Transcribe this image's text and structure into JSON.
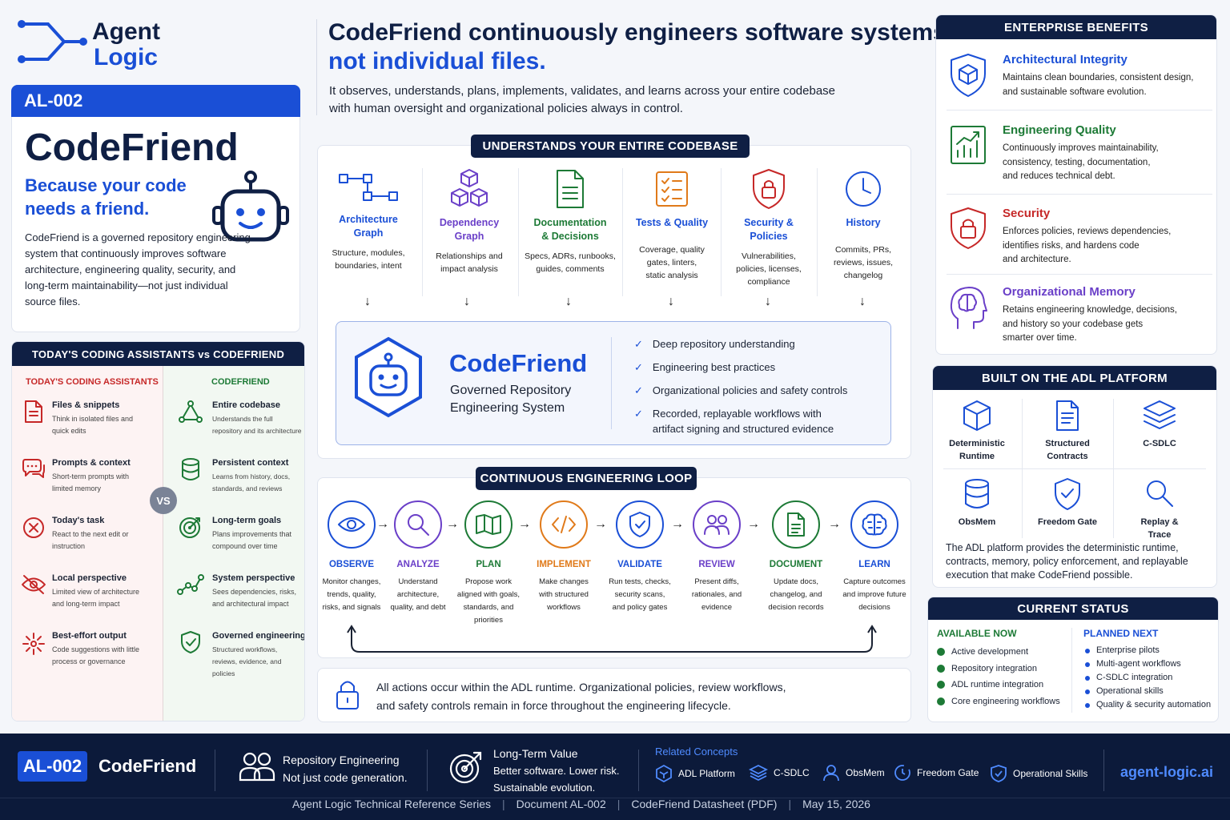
{
  "brand": {
    "line1": "Agent",
    "line2": "Logic"
  },
  "doc": {
    "id": "AL-002",
    "product": "CodeFriend",
    "tagline": "Because your code needs a friend.",
    "description": "CodeFriend is a governed repository engineering system that continuously improves software architecture, engineering quality, security, and long-term maintainability—not just individual source files."
  },
  "headline": {
    "line1": "CodeFriend continuously engineers software systems—",
    "line2": "not individual files.",
    "sub1": "It observes, understands, plans, implements, validates, and learns across your entire codebase",
    "sub2": "with human oversight and organizational policies always in control."
  },
  "compare": {
    "title": "TODAY'S CODING ASSISTANTS vs CODEFRIEND",
    "left_head": "TODAY'S CODING ASSISTANTS",
    "right_head": "CODEFRIEND",
    "vs": "VS",
    "left": [
      {
        "icon": "document-icon",
        "title": "Files & snippets",
        "desc": "Think in isolated files and quick edits"
      },
      {
        "icon": "chat-icon",
        "title": "Prompts & context",
        "desc": "Short-term prompts with limited memory"
      },
      {
        "icon": "x-circle-icon",
        "title": "Today's task",
        "desc": "React to the next edit or instruction"
      },
      {
        "icon": "eye-slash-icon",
        "title": "Local perspective",
        "desc": "Limited view of architecture and long-term impact"
      },
      {
        "icon": "burst-icon",
        "title": "Best-effort output",
        "desc": "Code suggestions with little process or governance"
      }
    ],
    "right": [
      {
        "icon": "network-icon",
        "title": "Entire codebase",
        "desc": "Understands the full repository and its architecture"
      },
      {
        "icon": "database-icon",
        "title": "Persistent context",
        "desc": "Learns from history, docs, standards, and reviews"
      },
      {
        "icon": "target-icon",
        "title": "Long-term goals",
        "desc": "Plans improvements that compound over time"
      },
      {
        "icon": "graph-icon",
        "title": "System perspective",
        "desc": "Sees dependencies, risks, and architectural impact"
      },
      {
        "icon": "shield-check-icon",
        "title": "Governed engineering",
        "desc": "Structured workflows, reviews, evidence, and policies"
      }
    ]
  },
  "understands": {
    "title": "UNDERSTANDS YOUR ENTIRE CODEBASE",
    "columns": [
      {
        "icon": "architecture-icon",
        "title1": "Architecture",
        "title2": "Graph",
        "d1": "Structure, modules,",
        "d2": "boundaries, intent",
        "d3": "",
        "color": "#1a4fd6"
      },
      {
        "icon": "cubes-icon",
        "title1": "Dependency",
        "title2": "Graph",
        "d1": "Relationships and",
        "d2": "impact analysis",
        "d3": "",
        "color": "#6a3fc8"
      },
      {
        "icon": "file-icon",
        "title1": "Documentation",
        "title2": "& Decisions",
        "d1": "Specs, ADRs, runbooks,",
        "d2": "guides, comments",
        "d3": "",
        "color": "#1d7a36"
      },
      {
        "icon": "checklist-icon",
        "title1": "Tests & Quality",
        "title2": "",
        "d1": "Coverage, quality",
        "d2": "gates, linters,",
        "d3": "static analysis",
        "color": "#e07a1a"
      },
      {
        "icon": "lock-shield-icon",
        "title1": "Security &",
        "title2": "Policies",
        "d1": "Vulnerabilities,",
        "d2": "policies, licenses,",
        "d3": "compliance",
        "color": "#c62828"
      },
      {
        "icon": "clock-icon",
        "title1": "History",
        "title2": "",
        "d1": "Commits, PRs,",
        "d2": "reviews, issues,",
        "d3": "changelog",
        "color": "#1a4fd6"
      }
    ],
    "core_title": "CodeFriend",
    "core_sub1": "Governed Repository",
    "core_sub2": "Engineering System",
    "checks": [
      "Deep repository understanding",
      "Engineering best practices",
      "Organizational policies and safety controls",
      "Recorded, replayable workflows with artifact signing and structured evidence"
    ]
  },
  "loop": {
    "title": "CONTINUOUS ENGINEERING LOOP",
    "steps": [
      {
        "icon": "eye-icon",
        "title": "OBSERVE",
        "d1": "Monitor changes,",
        "d2": "trends, quality,",
        "d3": "risks, and signals",
        "d4": "",
        "color": "#1a4fd6"
      },
      {
        "icon": "magnifier-icon",
        "title": "ANALYZE",
        "d1": "Understand",
        "d2": "architecture,",
        "d3": "quality, and debt",
        "d4": "",
        "color": "#6a3fc8"
      },
      {
        "icon": "map-icon",
        "title": "PLAN",
        "d1": "Propose work",
        "d2": "aligned with goals,",
        "d3": "standards, and",
        "d4": "priorities",
        "color": "#1d7a36"
      },
      {
        "icon": "code-icon",
        "title": "IMPLEMENT",
        "d1": "Make changes",
        "d2": "with structured",
        "d3": "workflows",
        "d4": "",
        "color": "#e07a1a"
      },
      {
        "icon": "shield-icon",
        "title": "VALIDATE",
        "d1": "Run tests, checks,",
        "d2": "security scans,",
        "d3": "and policy gates",
        "d4": "",
        "color": "#1a4fd6"
      },
      {
        "icon": "people-icon",
        "title": "REVIEW",
        "d1": "Present diffs,",
        "d2": "rationales, and",
        "d3": "evidence",
        "d4": "",
        "color": "#6a3fc8"
      },
      {
        "icon": "document-icon",
        "title": "DOCUMENT",
        "d1": "Update docs,",
        "d2": "changelog, and",
        "d3": "decision records",
        "d4": "",
        "color": "#1d7a36"
      },
      {
        "icon": "brain-icon",
        "title": "LEARN",
        "d1": "Capture outcomes",
        "d2": "and improve future",
        "d3": "decisions",
        "d4": "",
        "color": "#1a4fd6"
      }
    ],
    "note1": "All actions occur within the ADL runtime. Organizational policies, review workflows,",
    "note2": "and safety controls remain in force throughout the engineering lifecycle."
  },
  "benefits": {
    "title": "ENTERPRISE BENEFITS",
    "items": [
      {
        "icon": "cube-shield-icon",
        "title": "Architectural Integrity",
        "d1": "Maintains clean boundaries, consistent design,",
        "d2": "and sustainable software evolution.",
        "d3": "",
        "color": "#1a4fd6"
      },
      {
        "icon": "chart-up-icon",
        "title": "Engineering Quality",
        "d1": "Continuously improves maintainability,",
        "d2": "consistency, testing, documentation,",
        "d3": "and reduces technical debt.",
        "color": "#1d7a36"
      },
      {
        "icon": "lock-shield-icon",
        "title": "Security",
        "d1": "Enforces policies, reviews dependencies,",
        "d2": "identifies risks, and hardens code",
        "d3": "and architecture.",
        "color": "#c62828"
      },
      {
        "icon": "head-brain-icon",
        "title": "Organizational Memory",
        "d1": "Retains engineering knowledge, decisions,",
        "d2": "and history so your codebase gets",
        "d3": "smarter over time.",
        "color": "#6a3fc8"
      }
    ]
  },
  "adl": {
    "title": "BUILT ON THE ADL PLATFORM",
    "cells": [
      {
        "icon": "cube-icon",
        "l1": "Deterministic",
        "l2": "Runtime"
      },
      {
        "icon": "contract-icon",
        "l1": "Structured",
        "l2": "Contracts"
      },
      {
        "icon": "layers-icon",
        "l1": "C-SDLC",
        "l2": ""
      },
      {
        "icon": "database-icon",
        "l1": "ObsMem",
        "l2": ""
      },
      {
        "icon": "shield-check-icon",
        "l1": "Freedom Gate",
        "l2": ""
      },
      {
        "icon": "search-icon",
        "l1": "Replay &",
        "l2": "Trace"
      }
    ],
    "desc": "The ADL platform provides the deterministic runtime, contracts, memory, policy enforcement, and replayable execution that make CodeFriend possible."
  },
  "status": {
    "title": "CURRENT STATUS",
    "available_head": "AVAILABLE NOW",
    "available": [
      "Active development",
      "Repository integration",
      "ADL runtime integration",
      "Core engineering workflows"
    ],
    "planned_head": "PLANNED NEXT",
    "planned": [
      "Enterprise pilots",
      "Multi-agent workflows",
      "C-SDLC integration",
      "Operational skills",
      "Quality & security automation"
    ]
  },
  "footer": {
    "id": "AL-002",
    "product": "CodeFriend",
    "repo_title": "Repository Engineering",
    "repo_sub": "Not just code generation.",
    "value_title": "Long-Term Value",
    "value_sub1": "Better software. Lower risk.",
    "value_sub2": "Sustainable evolution.",
    "related_head": "Related Concepts",
    "related": [
      "ADL Platform",
      "C-SDLC",
      "ObsMem",
      "Freedom Gate",
      "Operational Skills"
    ],
    "site": "agent-logic.ai",
    "series": "Agent Logic Technical Reference Series",
    "document": "Document AL-002",
    "datasheet": "CodeFriend Datasheet (PDF)",
    "date": "May 15, 2026"
  },
  "colors": {
    "navy": "#0f1f44",
    "blue": "#1a4fd6",
    "green": "#1d7a36",
    "red": "#c62828",
    "purple": "#6a3fc8",
    "orange": "#e07a1a"
  }
}
